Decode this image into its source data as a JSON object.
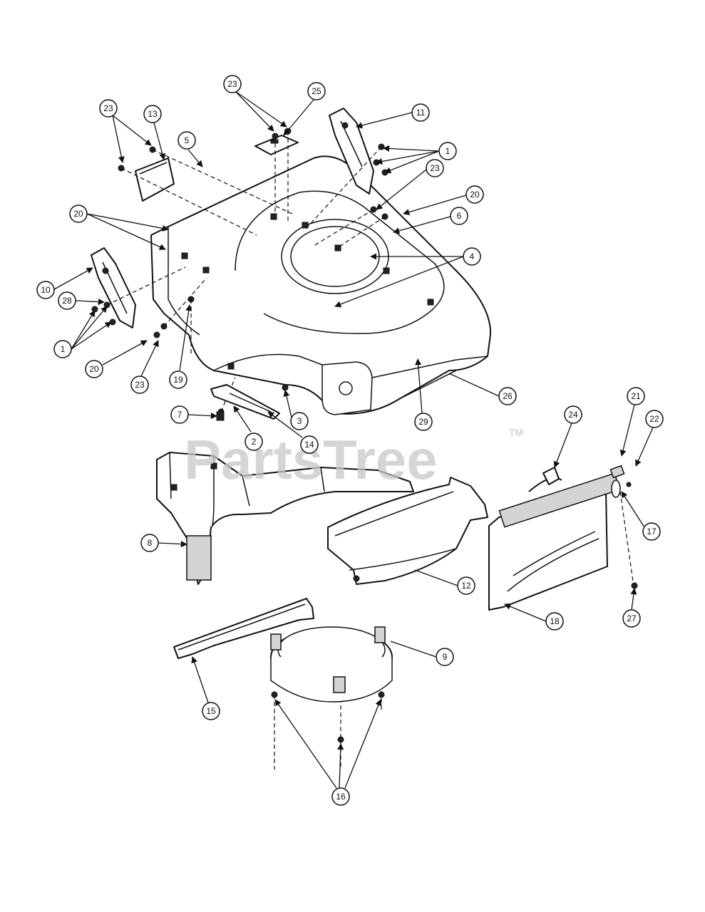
{
  "watermark": {
    "brand": "PartsTree",
    "trademark": "TM"
  },
  "callouts": [
    "1",
    "1",
    "2",
    "3",
    "4",
    "5",
    "6",
    "7",
    "8",
    "9",
    "10",
    "11",
    "12",
    "13",
    "14",
    "15",
    "16",
    "17",
    "18",
    "19",
    "20",
    "20",
    "20",
    "21",
    "22",
    "23",
    "23",
    "23",
    "23",
    "24",
    "25",
    "26",
    "27",
    "28",
    "29"
  ]
}
